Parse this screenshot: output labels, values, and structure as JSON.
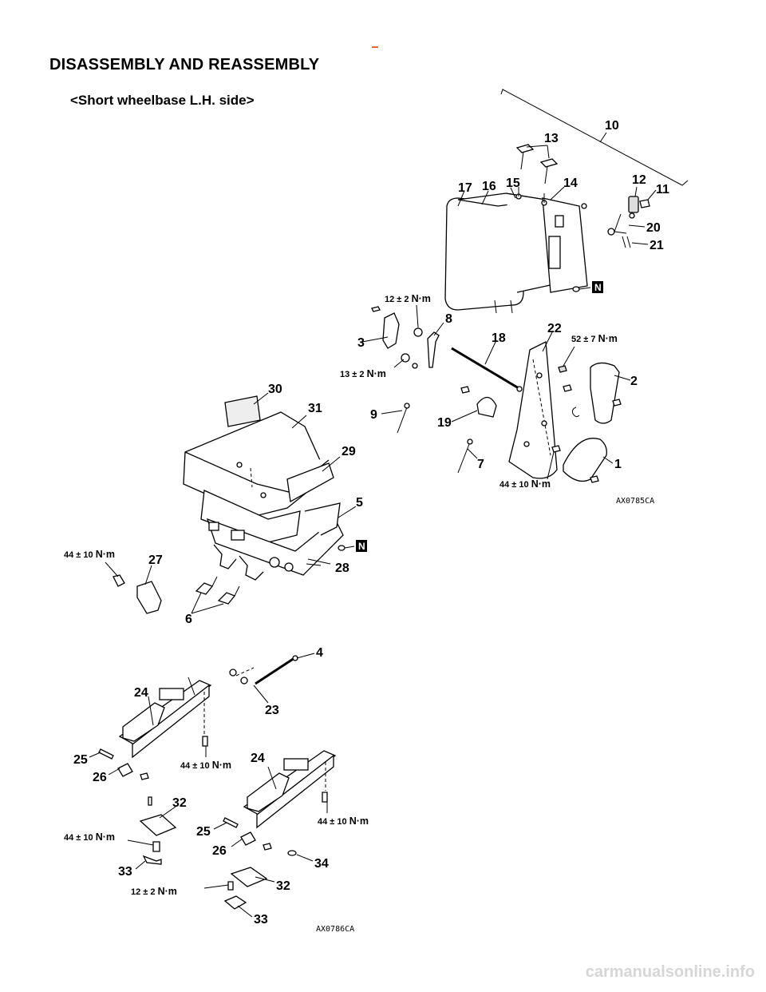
{
  "page": {
    "heading": "DISASSEMBLY AND REASSEMBLY",
    "subheading": "<Short wheelbase L.H. side>",
    "footer": "carmanualsonline.info"
  },
  "figure1": {
    "code": "AX0785CA",
    "callouts": [
      "10",
      "13",
      "12",
      "11",
      "17",
      "16",
      "15",
      "14",
      "20",
      "21",
      "8",
      "3",
      "18",
      "22",
      "2",
      "30",
      "31",
      "9",
      "19",
      "29",
      "7",
      "1",
      "5",
      "27",
      "28",
      "6"
    ],
    "torques": [
      {
        "value": "12 ± 2",
        "unit": "N·m"
      },
      {
        "value": "13 ± 2",
        "unit": "N·m"
      },
      {
        "value": "52 ± 7",
        "unit": "N·m"
      },
      {
        "value": "44 ± 10",
        "unit": "N·m"
      },
      {
        "value": "44 ± 10",
        "unit": "N·m"
      }
    ],
    "replace_marks": [
      "N",
      "N"
    ]
  },
  "figure2": {
    "code": "AX0786CA",
    "callouts": [
      "4",
      "24",
      "23",
      "25",
      "26",
      "24",
      "32",
      "25",
      "26",
      "34",
      "33",
      "32",
      "33"
    ],
    "torques": [
      {
        "value": "44 ± 10",
        "unit": "N·m"
      },
      {
        "value": "44 ± 10",
        "unit": "N·m"
      },
      {
        "value": "44 ± 10",
        "unit": "N·m"
      },
      {
        "value": "12 ± 2",
        "unit": "N·m"
      }
    ]
  }
}
